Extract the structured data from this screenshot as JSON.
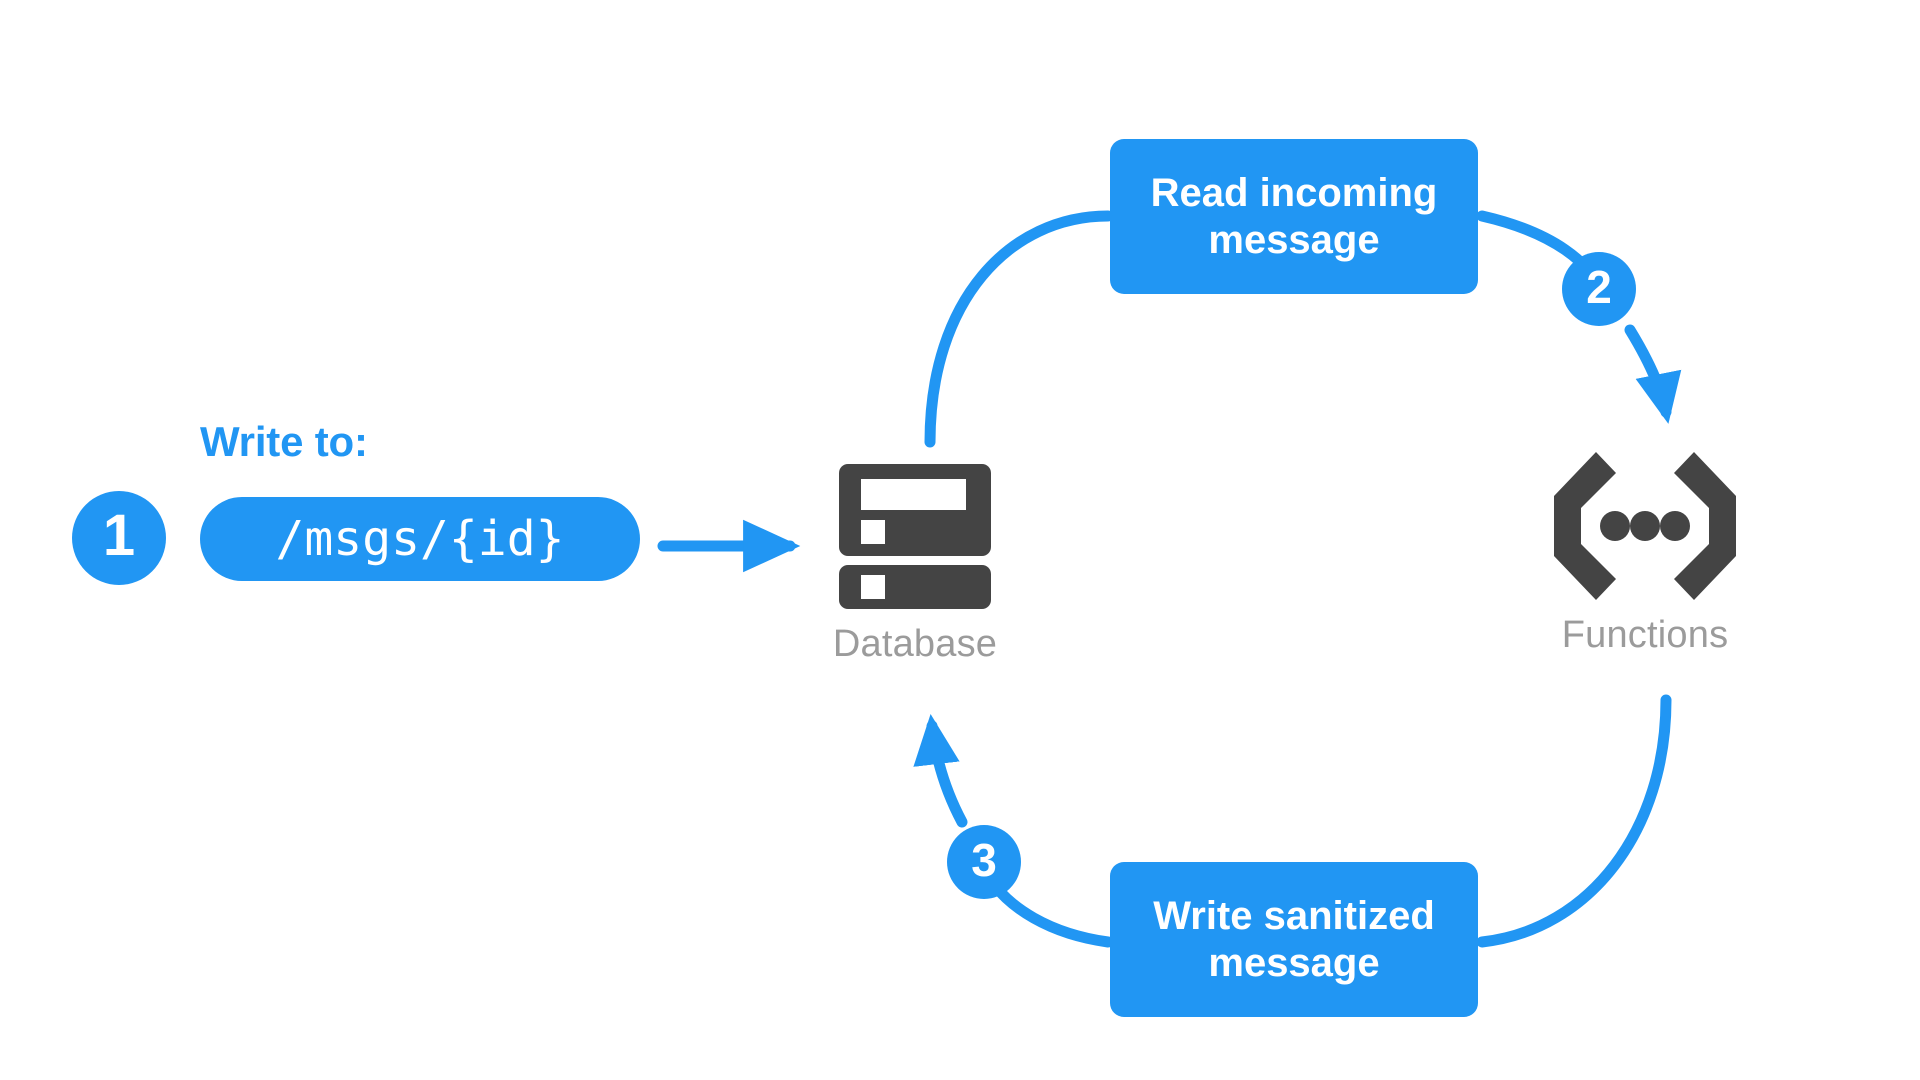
{
  "diagram": {
    "title_text": "Write to:",
    "brand_color": "#2196f3",
    "icon_color": "#444444",
    "caption_color": "#9b9b9b",
    "background_color": "#ffffff"
  },
  "steps": [
    {
      "number": "1",
      "name": "write-to-path"
    },
    {
      "number": "2",
      "name": "read-incoming-message"
    },
    {
      "number": "3",
      "name": "write-sanitized-message"
    }
  ],
  "path_pill": {
    "value": "/msgs/{id}"
  },
  "boxes": {
    "read": {
      "line1": "Read incoming",
      "line2": "message"
    },
    "write": {
      "line1": "Write sanitized",
      "line2": "message"
    }
  },
  "nodes": {
    "database": {
      "label": "Database",
      "icon": "database-icon"
    },
    "functions": {
      "label": "Functions",
      "icon": "functions-braces-icon"
    }
  },
  "connectors": [
    {
      "name": "pill-to-database-arrow",
      "type": "straight-arrow",
      "from": "path-pill",
      "to": "database"
    },
    {
      "name": "database-to-read-curve",
      "type": "curve",
      "from": "database",
      "to": "read-incoming-message-box"
    },
    {
      "name": "read-to-functions-arrow",
      "type": "curved-arrow",
      "from": "read-incoming-message-box",
      "to": "functions",
      "step": "2"
    },
    {
      "name": "functions-to-write-curve",
      "type": "curve",
      "from": "functions",
      "to": "write-sanitized-message-box"
    },
    {
      "name": "write-to-database-arrow",
      "type": "curved-arrow",
      "from": "write-sanitized-message-box",
      "to": "database",
      "step": "3"
    }
  ]
}
